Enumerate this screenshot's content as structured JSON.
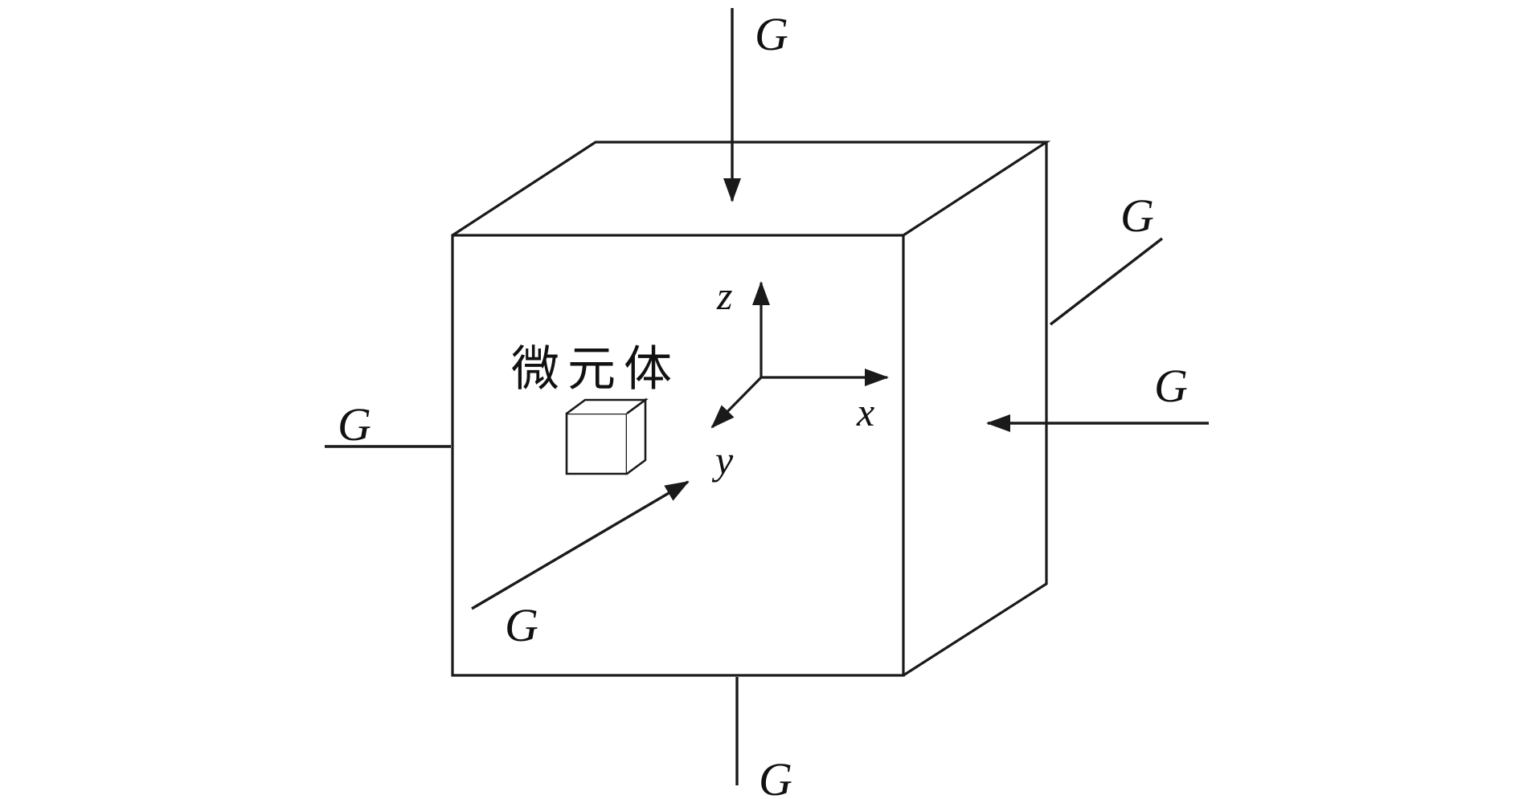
{
  "figure": {
    "background_color": "#ffffff",
    "stroke_color": "#1a1a1a",
    "micro_element_label": "微元体",
    "axes": {
      "x": "x",
      "y": "y",
      "z": "z"
    },
    "forces": {
      "top": "G",
      "bottom": "G",
      "left": "G",
      "right": "G",
      "back": "G",
      "front": "G"
    }
  }
}
